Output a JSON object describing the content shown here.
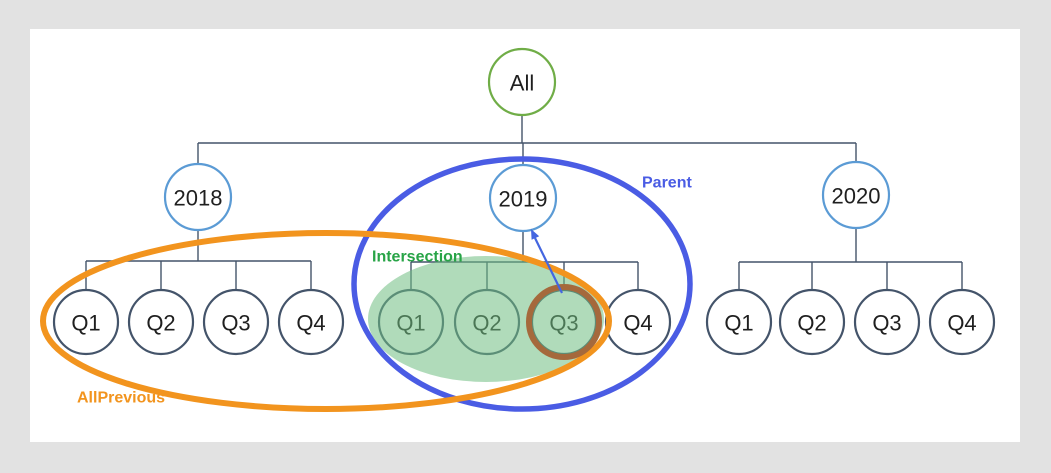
{
  "canvas": {
    "background_color": "#e2e2e2",
    "surface_color": "#ffffff"
  },
  "tree": {
    "connector_color": "#44546A",
    "root": {
      "label": "All",
      "stroke": "#70AD47"
    },
    "year_stroke": "#5B9BD5",
    "quarter_stroke": "#44546A",
    "years": [
      {
        "label": "2018",
        "quarters": [
          "Q1",
          "Q2",
          "Q3",
          "Q4"
        ]
      },
      {
        "label": "2019",
        "quarters": [
          "Q1",
          "Q2",
          "Q3",
          "Q4"
        ]
      },
      {
        "label": "2020",
        "quarters": [
          "Q1",
          "Q2",
          "Q3",
          "Q4"
        ]
      }
    ]
  },
  "annotations": {
    "all_previous": {
      "label": "AllPrevious",
      "color": "#F2941E"
    },
    "parent": {
      "label": "Parent",
      "color": "#4A5CE4"
    },
    "intersection": {
      "label": "Intersection",
      "color": "#28A447",
      "fill": "#6FBE82"
    },
    "highlight": {
      "target": "2019 Q3",
      "color": "#A5693C"
    },
    "arrow": {
      "color": "#4466E0"
    }
  }
}
